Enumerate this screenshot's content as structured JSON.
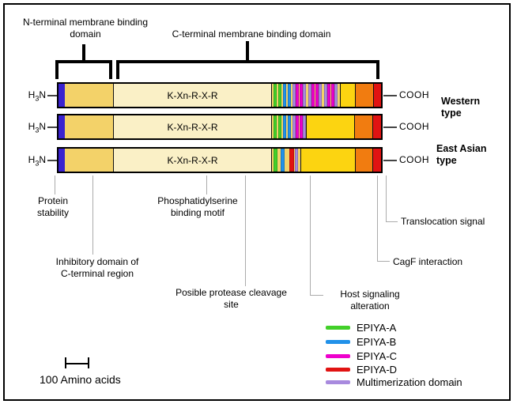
{
  "figure": {
    "top_labels": {
      "n_terminal": "N-terminal membrane binding domain",
      "c_terminal": "C-terminal membrane binding domain"
    },
    "left_label": {
      "pre": "H",
      "sub": "3",
      "post": "N"
    },
    "right_label": "COOH",
    "kxn_motif": "K-Xn-R-X-R",
    "type_labels": {
      "western": [
        "Western",
        "type"
      ],
      "east_asian": [
        "East Asian",
        "type"
      ]
    }
  },
  "colors": {
    "navy": "#3a22cf",
    "gold": "#f3d269",
    "pale": "#faf0c6",
    "yellow": "#fcd411",
    "orange": "#f17c10",
    "red": "#e11312",
    "green": "#42d029",
    "blue": "#2191e9",
    "magenta": "#ee00cc",
    "purple": "#a88ade",
    "bdr": "#111111"
  },
  "bars": [
    {
      "name": "western-type-bar-1",
      "segments": [
        [
          "navy",
          8
        ],
        [
          "gold",
          61
        ],
        [
          "bdr",
          1
        ],
        [
          "pale",
          199,
          "kxn"
        ],
        [
          "bdr",
          1
        ],
        [
          "gold",
          2
        ],
        [
          "green",
          4
        ],
        [
          "gold",
          2
        ],
        [
          "green",
          4
        ],
        [
          "gold",
          2
        ],
        [
          "blue",
          4
        ],
        [
          "gold",
          2
        ],
        [
          "blue",
          4
        ],
        [
          "gold",
          2
        ],
        [
          "purple",
          4
        ],
        [
          "magenta",
          4
        ],
        [
          "gold",
          1
        ],
        [
          "magenta",
          4
        ],
        [
          "purple",
          4
        ],
        [
          "gold",
          3
        ],
        [
          "purple",
          4
        ],
        [
          "magenta",
          4
        ],
        [
          "gold",
          1
        ],
        [
          "magenta",
          4
        ],
        [
          "purple",
          4
        ],
        [
          "gold",
          3
        ],
        [
          "purple",
          4
        ],
        [
          "magenta",
          4
        ],
        [
          "gold",
          1
        ],
        [
          "magenta",
          4
        ],
        [
          "purple",
          4
        ],
        [
          "gold",
          3
        ],
        [
          "bdr",
          1
        ],
        [
          "yellow",
          18
        ],
        [
          "bdr",
          1
        ],
        [
          "orange",
          22
        ],
        [
          "bdr",
          1
        ],
        [
          "red",
          9
        ]
      ]
    },
    {
      "name": "western-type-bar-2",
      "segments": [
        [
          "navy",
          8
        ],
        [
          "gold",
          61
        ],
        [
          "bdr",
          1
        ],
        [
          "pale",
          199,
          "kxn"
        ],
        [
          "bdr",
          1
        ],
        [
          "gold",
          2
        ],
        [
          "green",
          4
        ],
        [
          "gold",
          2
        ],
        [
          "green",
          4
        ],
        [
          "gold",
          2
        ],
        [
          "blue",
          4
        ],
        [
          "gold",
          2
        ],
        [
          "blue",
          4
        ],
        [
          "gold",
          2
        ],
        [
          "purple",
          4
        ],
        [
          "magenta",
          4
        ],
        [
          "gold",
          1
        ],
        [
          "magenta",
          4
        ],
        [
          "purple",
          4
        ],
        [
          "bdr",
          1
        ],
        [
          "yellow",
          60
        ],
        [
          "bdr",
          1
        ],
        [
          "orange",
          22
        ],
        [
          "bdr",
          1
        ],
        [
          "red",
          10
        ]
      ]
    },
    {
      "name": "east-asian-type-bar",
      "segments": [
        [
          "navy",
          8
        ],
        [
          "gold",
          61
        ],
        [
          "bdr",
          1
        ],
        [
          "pale",
          199,
          "kxn"
        ],
        [
          "bdr",
          1
        ],
        [
          "gold",
          2
        ],
        [
          "green",
          5
        ],
        [
          "gold",
          4
        ],
        [
          "blue",
          5
        ],
        [
          "gold",
          6
        ],
        [
          "red",
          6
        ],
        [
          "gold",
          1
        ],
        [
          "purple",
          4
        ],
        [
          "gold",
          3
        ],
        [
          "bdr",
          1
        ],
        [
          "yellow",
          68
        ],
        [
          "bdr",
          1
        ],
        [
          "orange",
          21
        ],
        [
          "bdr",
          1
        ],
        [
          "red",
          10
        ]
      ]
    }
  ],
  "annotations": {
    "protein_stability": [
      "Protein",
      "stability"
    ],
    "inhibitory": [
      "Inhibitory domain of",
      "C-terminal region"
    ],
    "phosphatidylserine": [
      "Phosphatidylserine",
      "binding motif"
    ],
    "protease": [
      "Posible protease cleavage",
      "site"
    ],
    "host_signaling": [
      "Host signaling",
      "alteration"
    ],
    "cagf": "CagF interaction",
    "translocation": "Translocation signal"
  },
  "legend": {
    "items": [
      {
        "label": "EPIYA-A",
        "color_key": "green"
      },
      {
        "label": "EPIYA-B",
        "color_key": "blue"
      },
      {
        "label": "EPIYA-C",
        "color_key": "magenta"
      },
      {
        "label": "EPIYA-D",
        "color_key": "red"
      },
      {
        "label": "Multimerization domain",
        "color_key": "purple"
      }
    ]
  },
  "scale_bar": {
    "label": "100 Amino acids"
  }
}
